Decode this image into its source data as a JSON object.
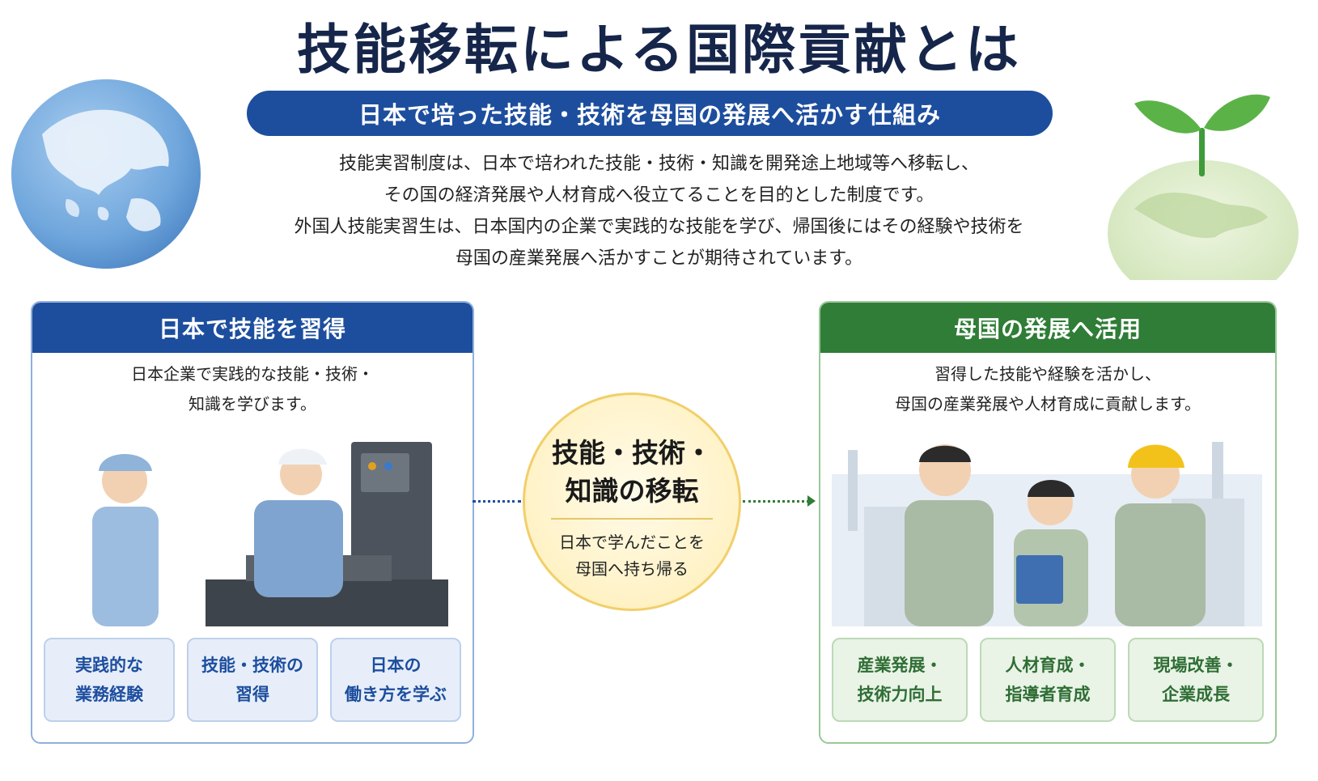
{
  "title": "技能移転による国際貢献とは",
  "subtitle": "日本で培った技能・技術を母国の発展へ活かす仕組み",
  "intro_lines": [
    "技能実習制度は、日本で培われた技能・技術・知識を開発途上地域等へ移転し、",
    "その国の経済発展や人材育成へ役立てることを目的とした制度です。",
    "外国人技能実習生は、日本国内の企業で実践的な技能を学び、帰国後にはその経験や技術を",
    "母国の産業発展へ活かすことが期待されています。"
  ],
  "left_panel": {
    "heading": "日本で技能を習得",
    "desc_lines": [
      "日本企業で実践的な技能・技術・",
      "知識を学びます。"
    ],
    "tiles": [
      {
        "line1": "実践的な",
        "line2": "業務経験"
      },
      {
        "line1": "技能・技術の",
        "line2": "習得"
      },
      {
        "line1": "日本の",
        "line2": "働き方を学ぶ"
      }
    ]
  },
  "center": {
    "main_lines": [
      "技能・技術・",
      "知識の移転"
    ],
    "sub_lines": [
      "日本で学んだことを",
      "母国へ持ち帰る"
    ]
  },
  "right_panel": {
    "heading": "母国の発展へ活用",
    "desc_lines": [
      "習得した技能や経験を活かし、",
      "母国の産業発展や人材育成に貢献します。"
    ],
    "tiles": [
      {
        "line1": "産業発展・",
        "line2": "技術力向上"
      },
      {
        "line1": "人材育成・",
        "line2": "指導者育成"
      },
      {
        "line1": "現場改善・",
        "line2": "企業成長"
      }
    ]
  },
  "colors": {
    "navy": "#16264a",
    "blue": "#1d4e9e",
    "green": "#2f7d36",
    "yellow": "#f1cf6a"
  },
  "decorations": {
    "left": "globe-asia-illustration",
    "right": "seedling-on-globe-illustration"
  }
}
